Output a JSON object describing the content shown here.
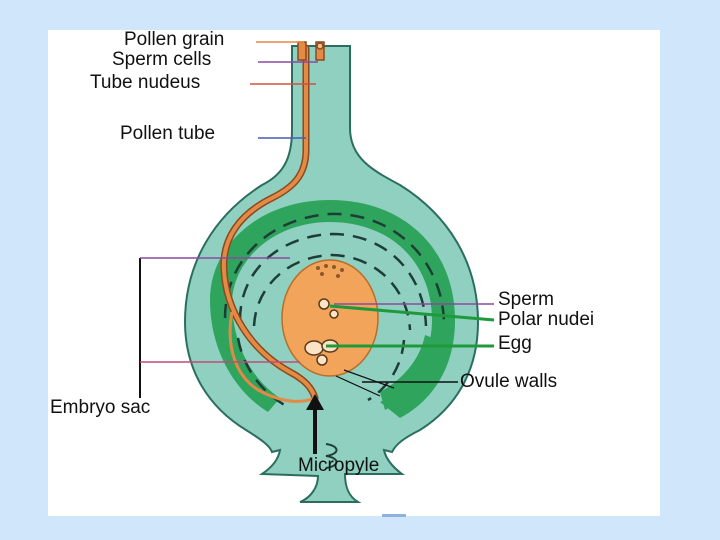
{
  "diagram": {
    "labels": {
      "pollen_grain": "Pollen grain",
      "sperm_cells": "Sperm cells",
      "tube_nucleus": "Tube nudeus",
      "pollen_tube": "Pollen tube",
      "sperm": "Sperm",
      "polar_nuclei": "Polar nudei",
      "egg": "Egg",
      "ovule_walls": "Ovule walls",
      "embryo_sac": "Embryo sac",
      "micropyle": "Micropyle"
    },
    "colors": {
      "slide_background": "#cfe6fb",
      "panel": "#ffffff",
      "ovule_tissue": "#8fd0c0",
      "ovule_outline": "#2b6e60",
      "inner_layer_green": "#2ea45c",
      "embryo_sac": "#f2a55a",
      "pollen_tube": "#e38a46",
      "leader_line_purple": "#8a4aa0",
      "leader_line_red": "#d0503c",
      "leader_line_blue": "#4a5ab0",
      "leader_line_green": "#1f9a3a",
      "leader_line_black": "#111111"
    }
  }
}
